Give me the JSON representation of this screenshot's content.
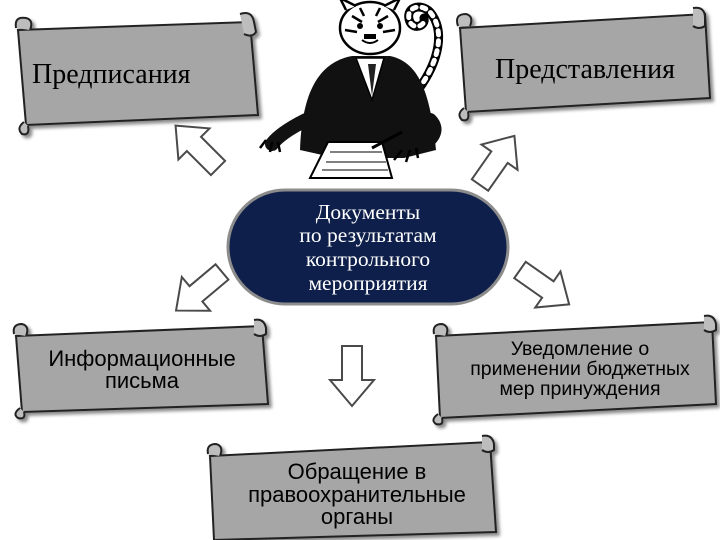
{
  "diagram": {
    "center_node": {
      "label": "Документы\nпо результатам\nконтрольного\nмероприятия"
    },
    "scrolls": {
      "predpisaniya": "Предписания",
      "predstavleniya": "Представления",
      "info_letters": "Информационные\nписьма",
      "notification": "Уведомление о\nприменении бюджетных\nмер принуждения",
      "law_enforcement": "Обращение в\nправоохранительные\nорганы"
    },
    "colors": {
      "scroll_fill": "#a6a6a6",
      "scroll_border": "#222222",
      "center_fill": "#0d1f4a",
      "center_border": "#7f7f7f",
      "center_text": "#ffffff",
      "arrow_fill": "#ffffff",
      "arrow_stroke": "#4a4a4a"
    },
    "illustration": "tiger-businessman-signing-document-icon"
  }
}
